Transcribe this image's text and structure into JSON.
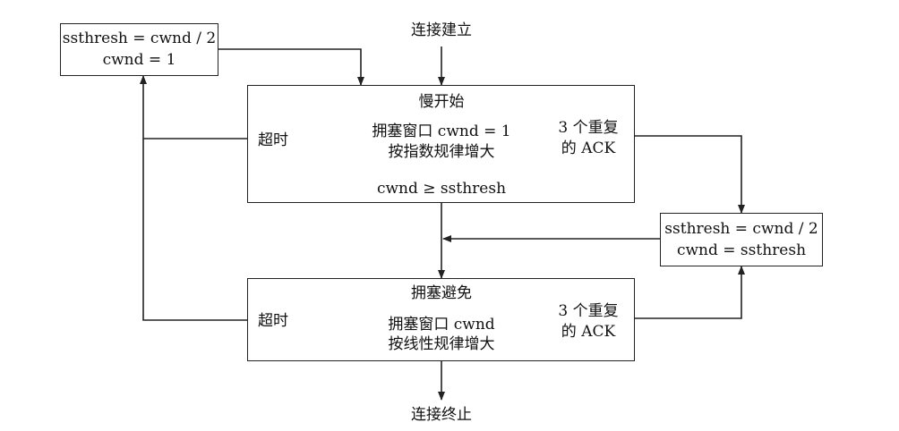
{
  "start_label": "连接建立",
  "end_label": "连接终止",
  "timeout_reset_box": {
    "line1": "ssthresh = cwnd / 2",
    "line2": "cwnd = 1"
  },
  "dupack_box": {
    "line1": "ssthresh = cwnd / 2",
    "line2": "cwnd = ssthresh"
  },
  "slow_start": {
    "title": "慢开始",
    "timeout_label": "超时",
    "desc_line1": "拥塞窗口 cwnd = 1",
    "desc_line2": "按指数规律增大",
    "dupack_line1": "3 个重复",
    "dupack_line2": "的 ACK",
    "threshold_label": "cwnd ≥ ssthresh"
  },
  "congestion_avoidance": {
    "title": "拥塞避免",
    "timeout_label": "超时",
    "desc_line1": "拥塞窗口 cwnd",
    "desc_line2": "按线性规律增大",
    "dupack_line1": "3 个重复",
    "dupack_line2": "的 ACK"
  },
  "colors": {
    "line": "#222222",
    "text": "#111111",
    "background": "#ffffff"
  }
}
